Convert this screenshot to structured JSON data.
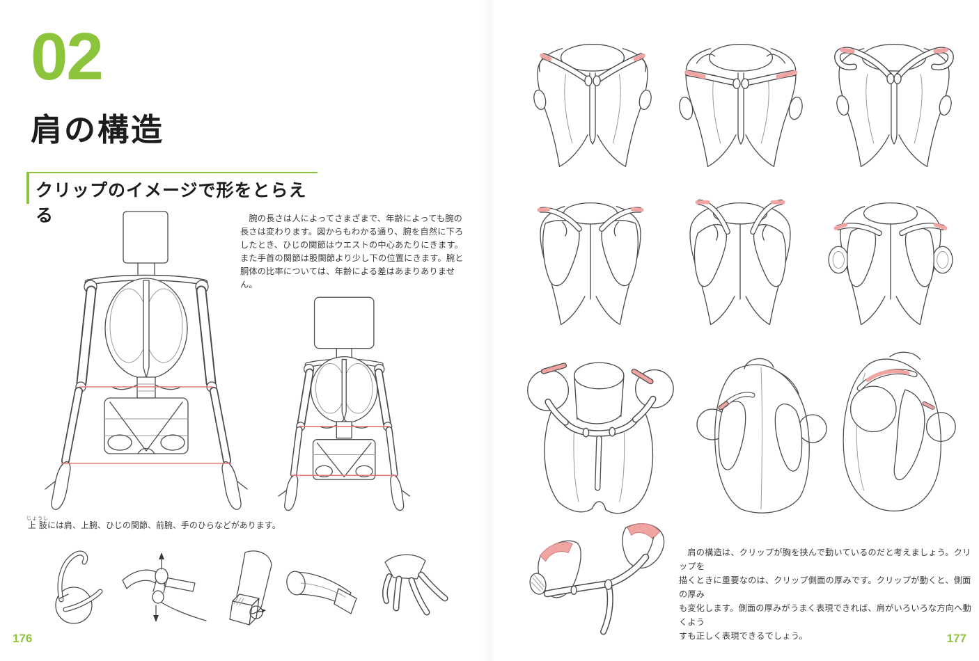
{
  "colors": {
    "accent_green": "#8cc43c",
    "highlight_pink": "#f0a5a3",
    "guide_line_red": "#e57878",
    "sketch_line": "#4b4b4b"
  },
  "left_page": {
    "page_number": "176",
    "chapter_number": "02",
    "title": "肩の構造",
    "section_heading": "クリップのイメージで形をとらえる",
    "intro_paragraph": [
      "　腕の長さは人によってさまざまで、年齢によっても腕の",
      "長さは変わります。図からもわかる通り、腕を自然に下ろ",
      "したとき、ひじの関節はウエストの中心あたりにきます。",
      "また手首の関節は股関節より少し下の位置にきます。腕と",
      "胴体の比率については、年齢による差はあまりありません。"
    ],
    "caption": {
      "ruby_base": "上肢",
      "ruby_text": "じょうし",
      "text": "には肩、上腕、ひじの関節、前腕、手のひらなどがあります。"
    },
    "figures": [
      "adult-skeleton-front",
      "child-skeleton-front",
      "clip-on-shoulder-ball",
      "clavicle-pivot-with-arrows",
      "upper-arm-block",
      "forearm-wedge",
      "hand-blocking"
    ]
  },
  "right_page": {
    "page_number": "177",
    "body_paragraph": [
      "　肩の構造は、クリップが胸を挟んで動いているのだと考えましょう。クリップを",
      "描くときに重要なのは、クリップ側面の厚みです。クリップが動くと、側面の厚み",
      "も変化します。側面の厚みがうまく表現できれば、肩がいろいろな方向へ動くよう",
      "すも正しく表現できるでしょう。"
    ],
    "figures": [
      "ribcage-front-neutral",
      "ribcage-front-arms-out",
      "ribcage-front-arms-raised",
      "ribcage-back-neutral",
      "ribcage-back-arms-raised",
      "ribcage-back-with-shoulder-balls",
      "torso-top-front-with-neck",
      "torso-back-hunched",
      "torso-side-view",
      "shoulder-clip-structure"
    ]
  }
}
